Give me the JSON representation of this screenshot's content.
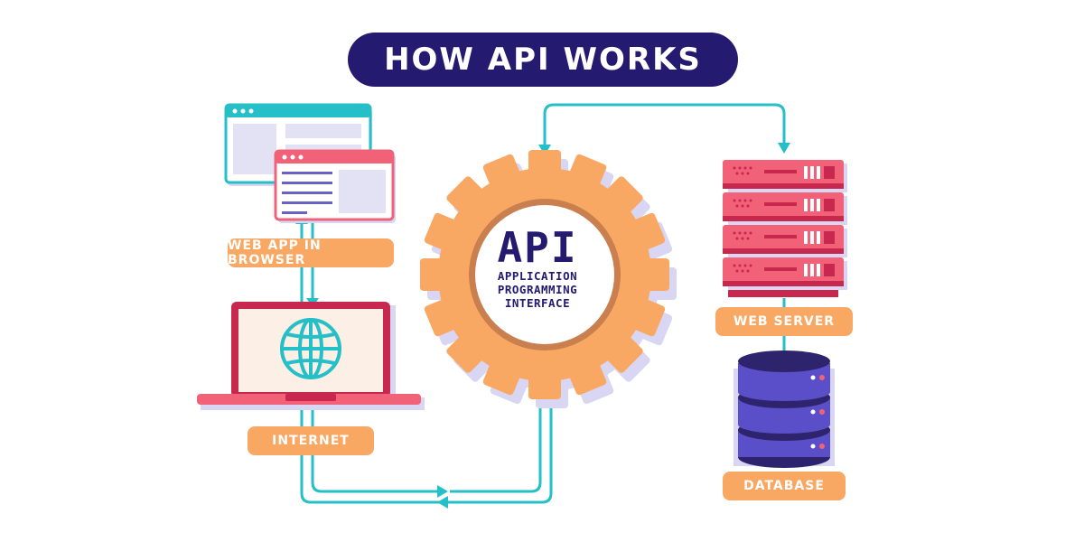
{
  "title": "HOW API WORKS",
  "api": {
    "abbr": "API",
    "line1": "APPLICATION",
    "line2": "PROGRAMMING",
    "line3": "INTERFACE"
  },
  "labels": {
    "web_app": "WEB APP IN BROWSER",
    "internet": "INTERNET",
    "web_server": "WEB SERVER",
    "database": "DATABASE"
  },
  "colors": {
    "navy": "#241a70",
    "orange": "#f9a864",
    "teal": "#25bfc7",
    "pink": "#f16178",
    "purple": "#5b4fc9"
  }
}
